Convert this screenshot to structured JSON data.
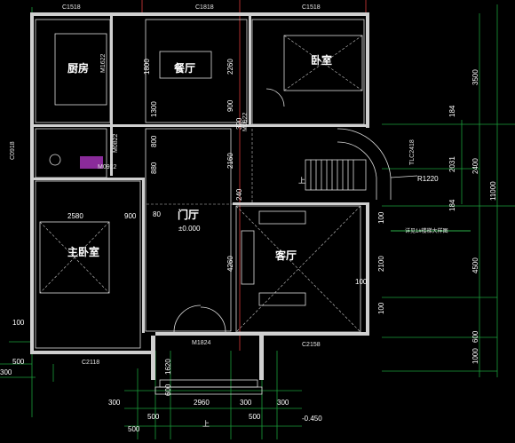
{
  "rooms": {
    "kitchen": "厨房",
    "dining": "餐厅",
    "bedroom": "卧室",
    "foyer": "门厅",
    "foyer_elevation": "±0.000",
    "master_bedroom": "主卧室",
    "living": "客厅"
  },
  "window_codes": {
    "top_left": "C1518",
    "top_mid": "C1818",
    "top_right": "C1518",
    "left_small": "C0918",
    "bottom_left": "C2118",
    "bottom_right": "C2158"
  },
  "door_codes": {
    "kitchen": "M1622",
    "bath": "M0822",
    "bath2": "M0922",
    "bedroom": "M0922",
    "entry": "M1824",
    "stair": "TLC2418"
  },
  "dims_top": [
    "1800",
    "2260",
    "3500"
  ],
  "dims_mid_left": [
    "1300",
    "800",
    "880",
    "900",
    "320"
  ],
  "dims_mid": [
    "2160",
    "240",
    "4260"
  ],
  "dims_right": [
    "184",
    "2031",
    "184",
    "2400",
    "11000",
    "4500",
    "100",
    "2100",
    "100"
  ],
  "dims_bottom_right": [
    "1000",
    "600"
  ],
  "dims_bedroom": [
    "2580",
    "900",
    "80"
  ],
  "dims_left_bottom": [
    "100",
    "500",
    "300"
  ],
  "dims_bottom": [
    "500",
    "2960",
    "300",
    "500",
    "300",
    "300",
    "500",
    "1620",
    "600"
  ],
  "radius_label": "R1220",
  "elevation_bottom": "-0.450",
  "note": "详见1#楼梯大样图",
  "up_label": "上",
  "hundred": "100"
}
